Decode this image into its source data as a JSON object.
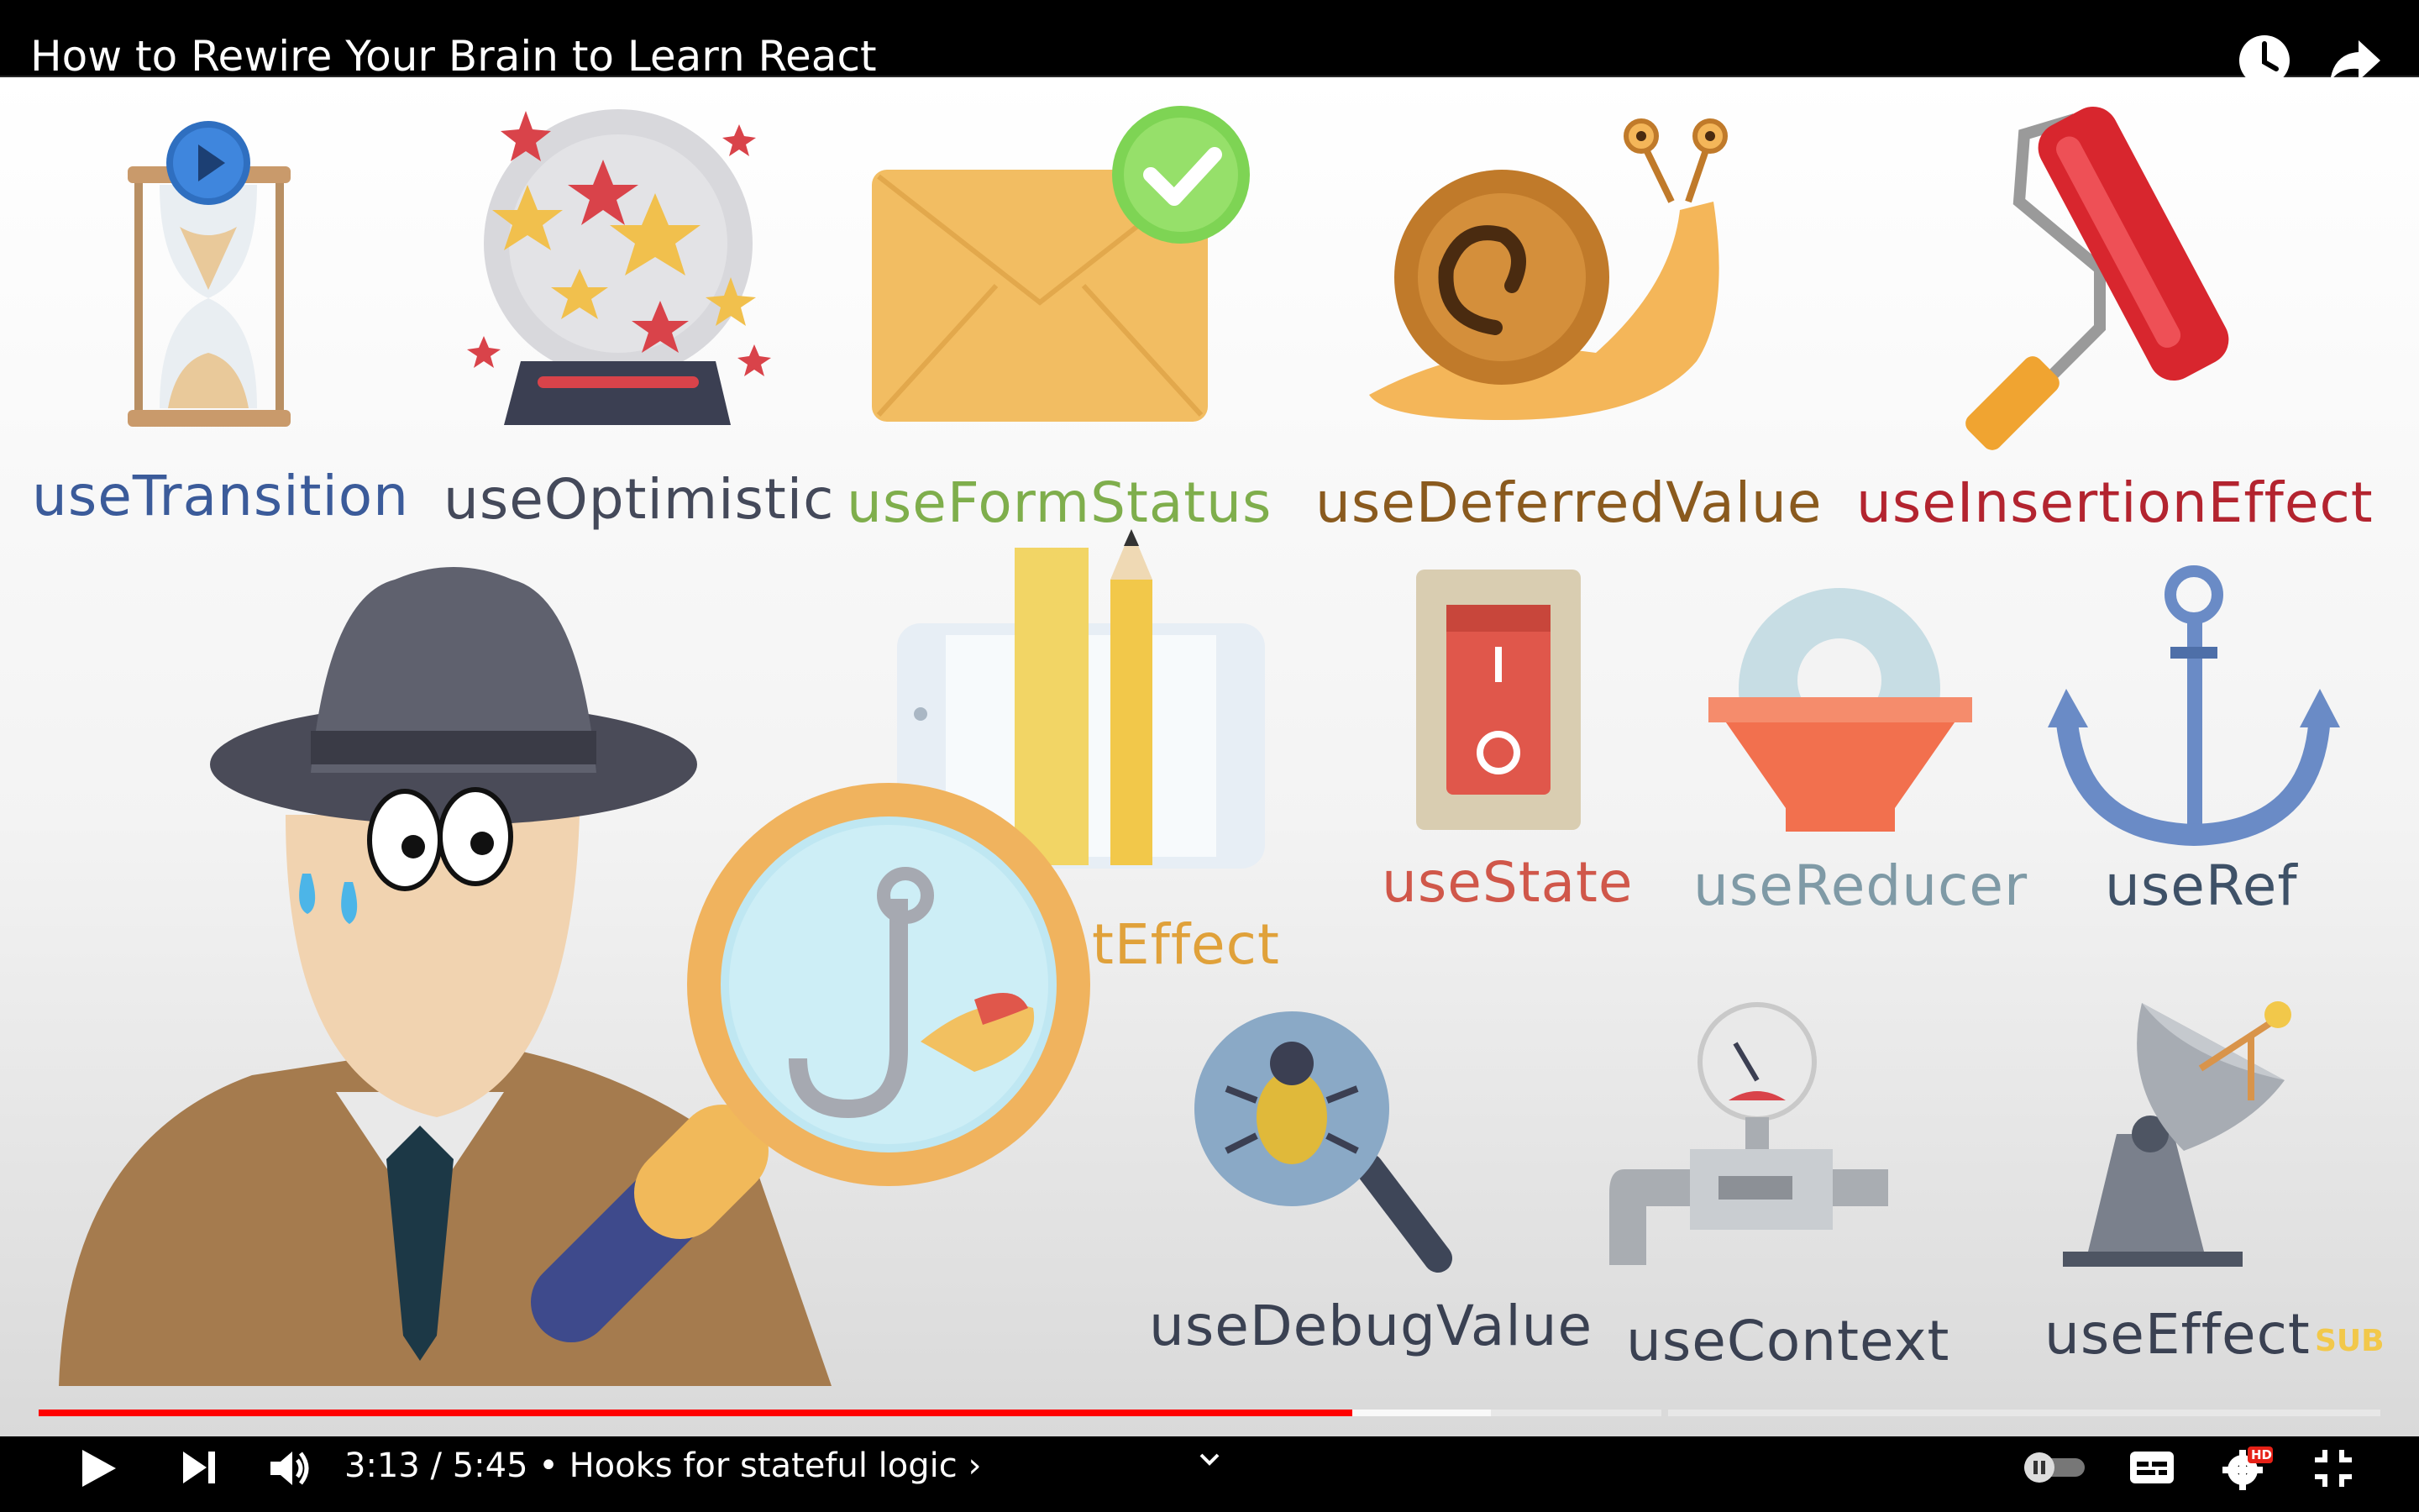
{
  "player": {
    "title": "How to Rewire Your Brain to Learn React",
    "time_current": "3:13",
    "time_separator": " / ",
    "time_total": "5:45",
    "chapter_bullet": " • ",
    "chapter": "Hooks for stateful logic",
    "chapter_arrow": "›",
    "progress_fraction": 0.561,
    "buffer_fraction": 0.62,
    "hd_badge": "HD",
    "icons": {
      "watch_later": "clock-icon",
      "share": "share-icon",
      "play": "play-icon",
      "next": "next-icon",
      "volume": "volume-icon",
      "expand": "chevron-down-icon",
      "autoplay": "autoplay-toggle",
      "captions": "captions-icon",
      "settings": "gear-icon",
      "exit_fullscreen": "exit-fullscreen-icon"
    }
  },
  "video_content": {
    "hooks_row1": [
      {
        "label": "useTransition",
        "color": "#3b5b9a"
      },
      {
        "label": "useOptimistic",
        "color": "#44495a"
      },
      {
        "label": "useFormStatus",
        "color": "#7fae4c"
      },
      {
        "label": "useDeferredValue",
        "color": "#8a5a1e"
      },
      {
        "label": "useInsertionEffect",
        "color": "#b3242f"
      }
    ],
    "hooks_row2": [
      {
        "label": "useState",
        "color": "#d0574a"
      },
      {
        "label": "useReducer",
        "color": "#7f9aa6"
      },
      {
        "label": "useRef",
        "color": "#3e5167"
      }
    ],
    "hook_partial": {
      "label": "tEffect",
      "color": "#e0a13a"
    },
    "hooks_row3": [
      {
        "label": "useDebugValue",
        "color": "#3a4152"
      },
      {
        "label": "useContext",
        "color": "#3a4152"
      },
      {
        "label": "useEffect",
        "color": "#3a4152"
      }
    ],
    "sub_badge": "SUB"
  }
}
